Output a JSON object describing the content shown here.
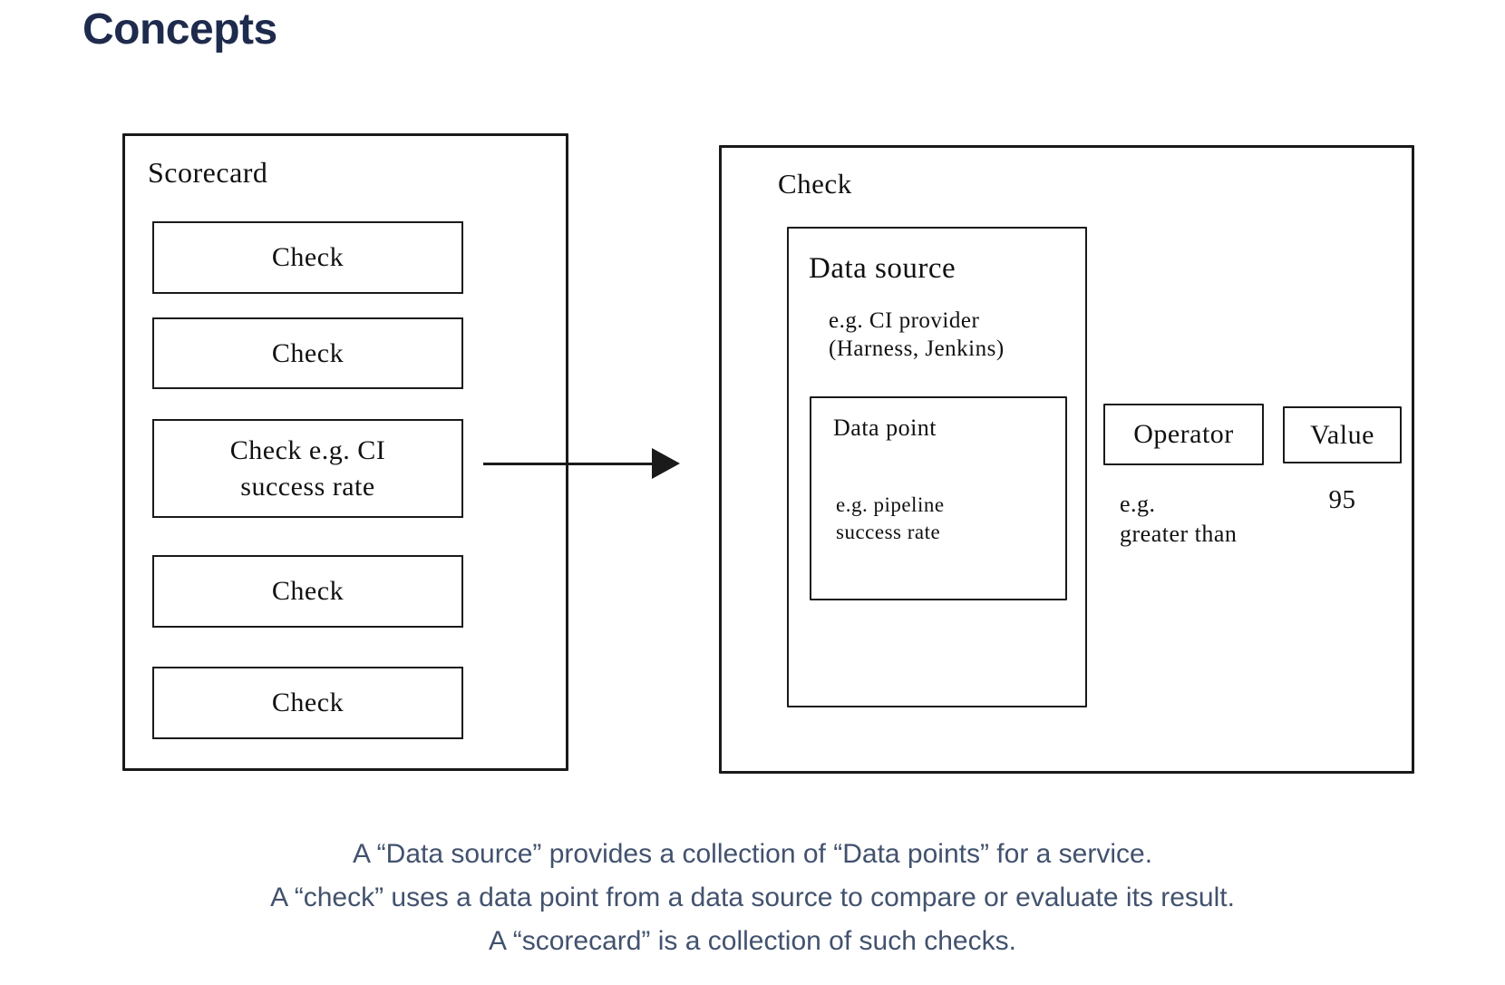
{
  "title": "Concepts",
  "scorecard": {
    "label": "Scorecard",
    "checks": [
      {
        "label": "Check"
      },
      {
        "label": "Check"
      },
      {
        "label": "Check e.g. CI\nsuccess rate"
      },
      {
        "label": "Check"
      },
      {
        "label": "Check"
      }
    ]
  },
  "check_detail": {
    "label": "Check",
    "data_source": {
      "title": "Data source",
      "example": "e.g. CI provider\n(Harness, Jenkins)"
    },
    "data_point": {
      "title": "Data point",
      "example": "e.g. pipeline\nsuccess rate"
    },
    "operator": {
      "label": "Operator",
      "example": "e.g.\ngreater than"
    },
    "value": {
      "label": "Value",
      "example": "95"
    }
  },
  "footnote": {
    "line1": "A “Data source” provides a collection of “Data points” for a service.",
    "line2": "A “check” uses a data point from a data source to compare or evaluate its result.",
    "line3": "A “scorecard” is a collection of such checks."
  },
  "colors": {
    "title_text": "#1E2B4D",
    "footnote_text": "#42526E",
    "diagram_line": "#1A1A1A"
  }
}
